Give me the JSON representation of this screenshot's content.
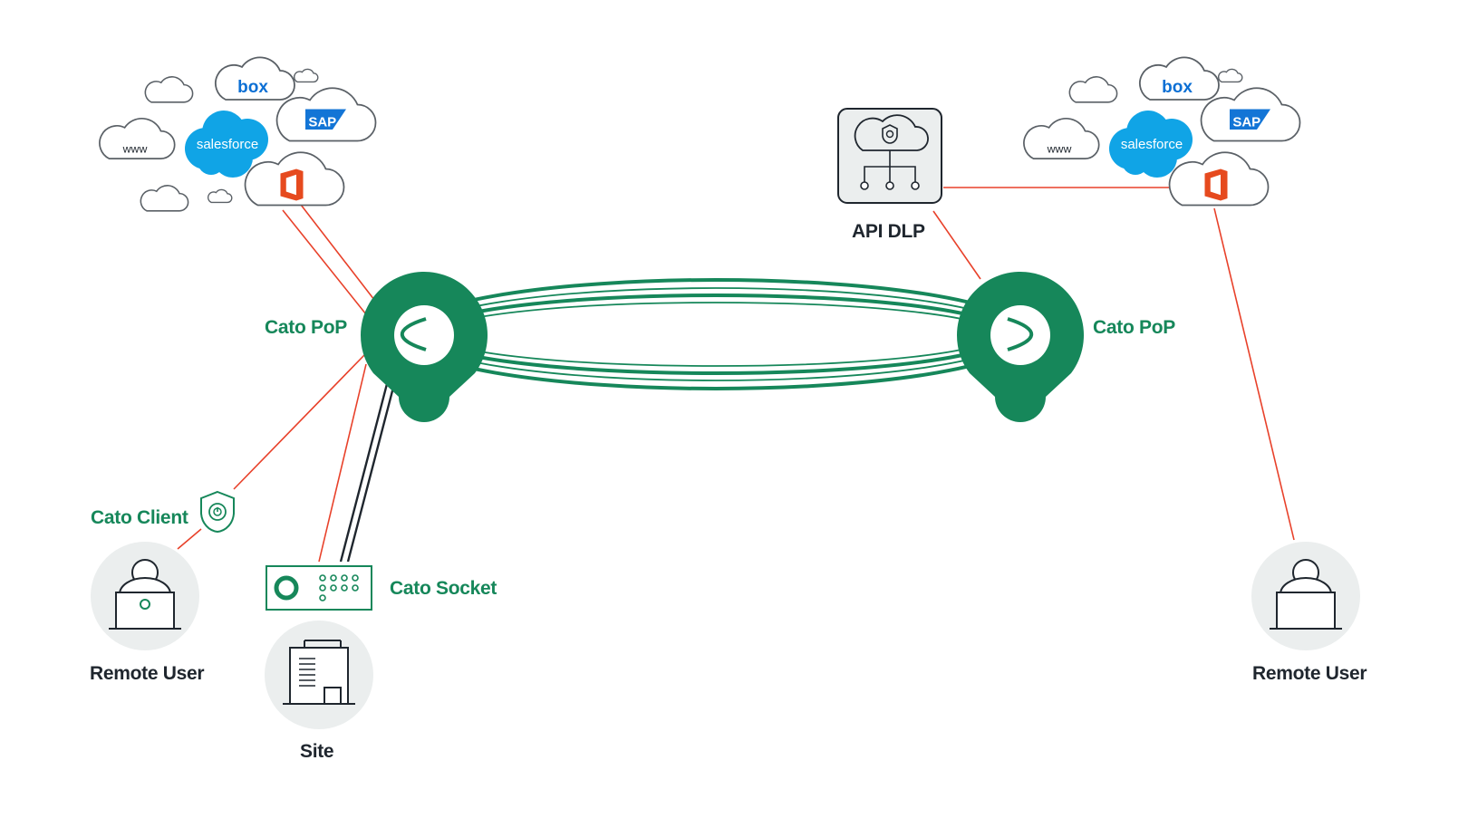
{
  "colors": {
    "green": "#16875a",
    "red": "#e8412a",
    "dark": "#1f262e",
    "gray_fill": "#ebeeee",
    "outline": "#5a6066",
    "salesforce_blue": "#10a4e6",
    "box_blue": "#0b6fd4",
    "sap_blue": "#1375d6",
    "office_red": "#e64a1e"
  },
  "labels": {
    "pop_left": "Cato PoP",
    "pop_right": "Cato PoP",
    "api_dlp": "API DLP",
    "cato_client": "Cato Client",
    "cato_socket": "Cato Socket",
    "remote_user_left": "Remote User",
    "remote_user_right": "Remote User",
    "site": "Site"
  },
  "cloud_text": {
    "www": "www",
    "salesforce": "salesforce",
    "box": "box",
    "sap": "SAP"
  }
}
